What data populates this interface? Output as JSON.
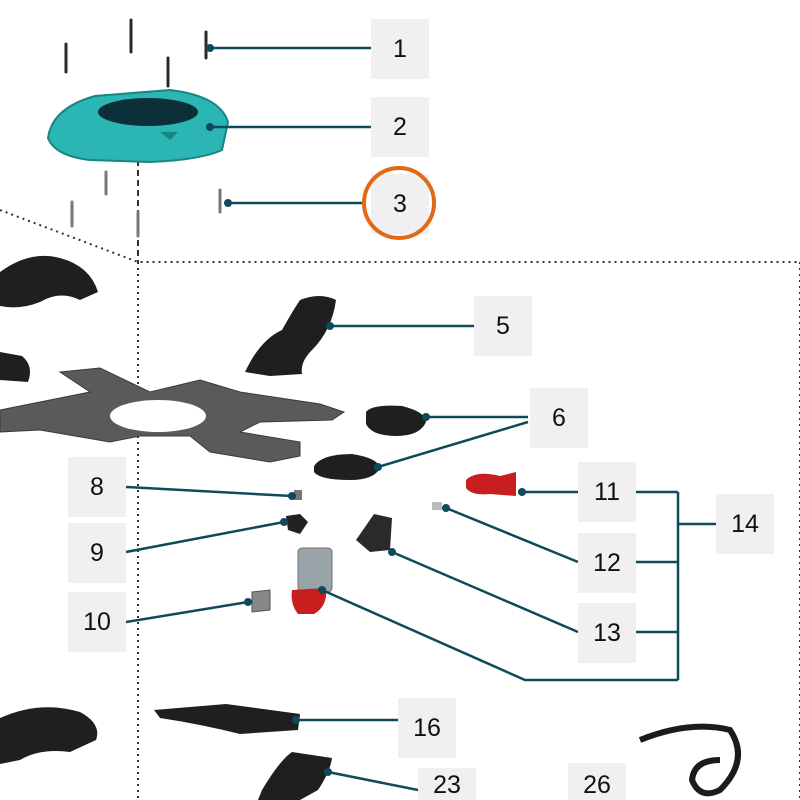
{
  "diagram": {
    "callouts": [
      "1",
      "2",
      "3",
      "5",
      "6",
      "8",
      "9",
      "10",
      "11",
      "12",
      "13",
      "14",
      "16",
      "23",
      "26"
    ],
    "highlighted_callout": "3",
    "colors": {
      "leader_line": "#0f4a5a",
      "callout_bg": "#f0f0f0",
      "highlight_ring": "#e06a16",
      "top_cover": "#2bb5b3",
      "dark_part": "#1f1f1f",
      "red_part": "#c81e1e",
      "frame": "#555555"
    },
    "parts": [
      "screw-icon",
      "top-cover-icon",
      "arm-cover-icon",
      "frame-plate-icon",
      "clip-icon",
      "bracket-icon",
      "motor-latch-icon",
      "cable-icon"
    ]
  }
}
